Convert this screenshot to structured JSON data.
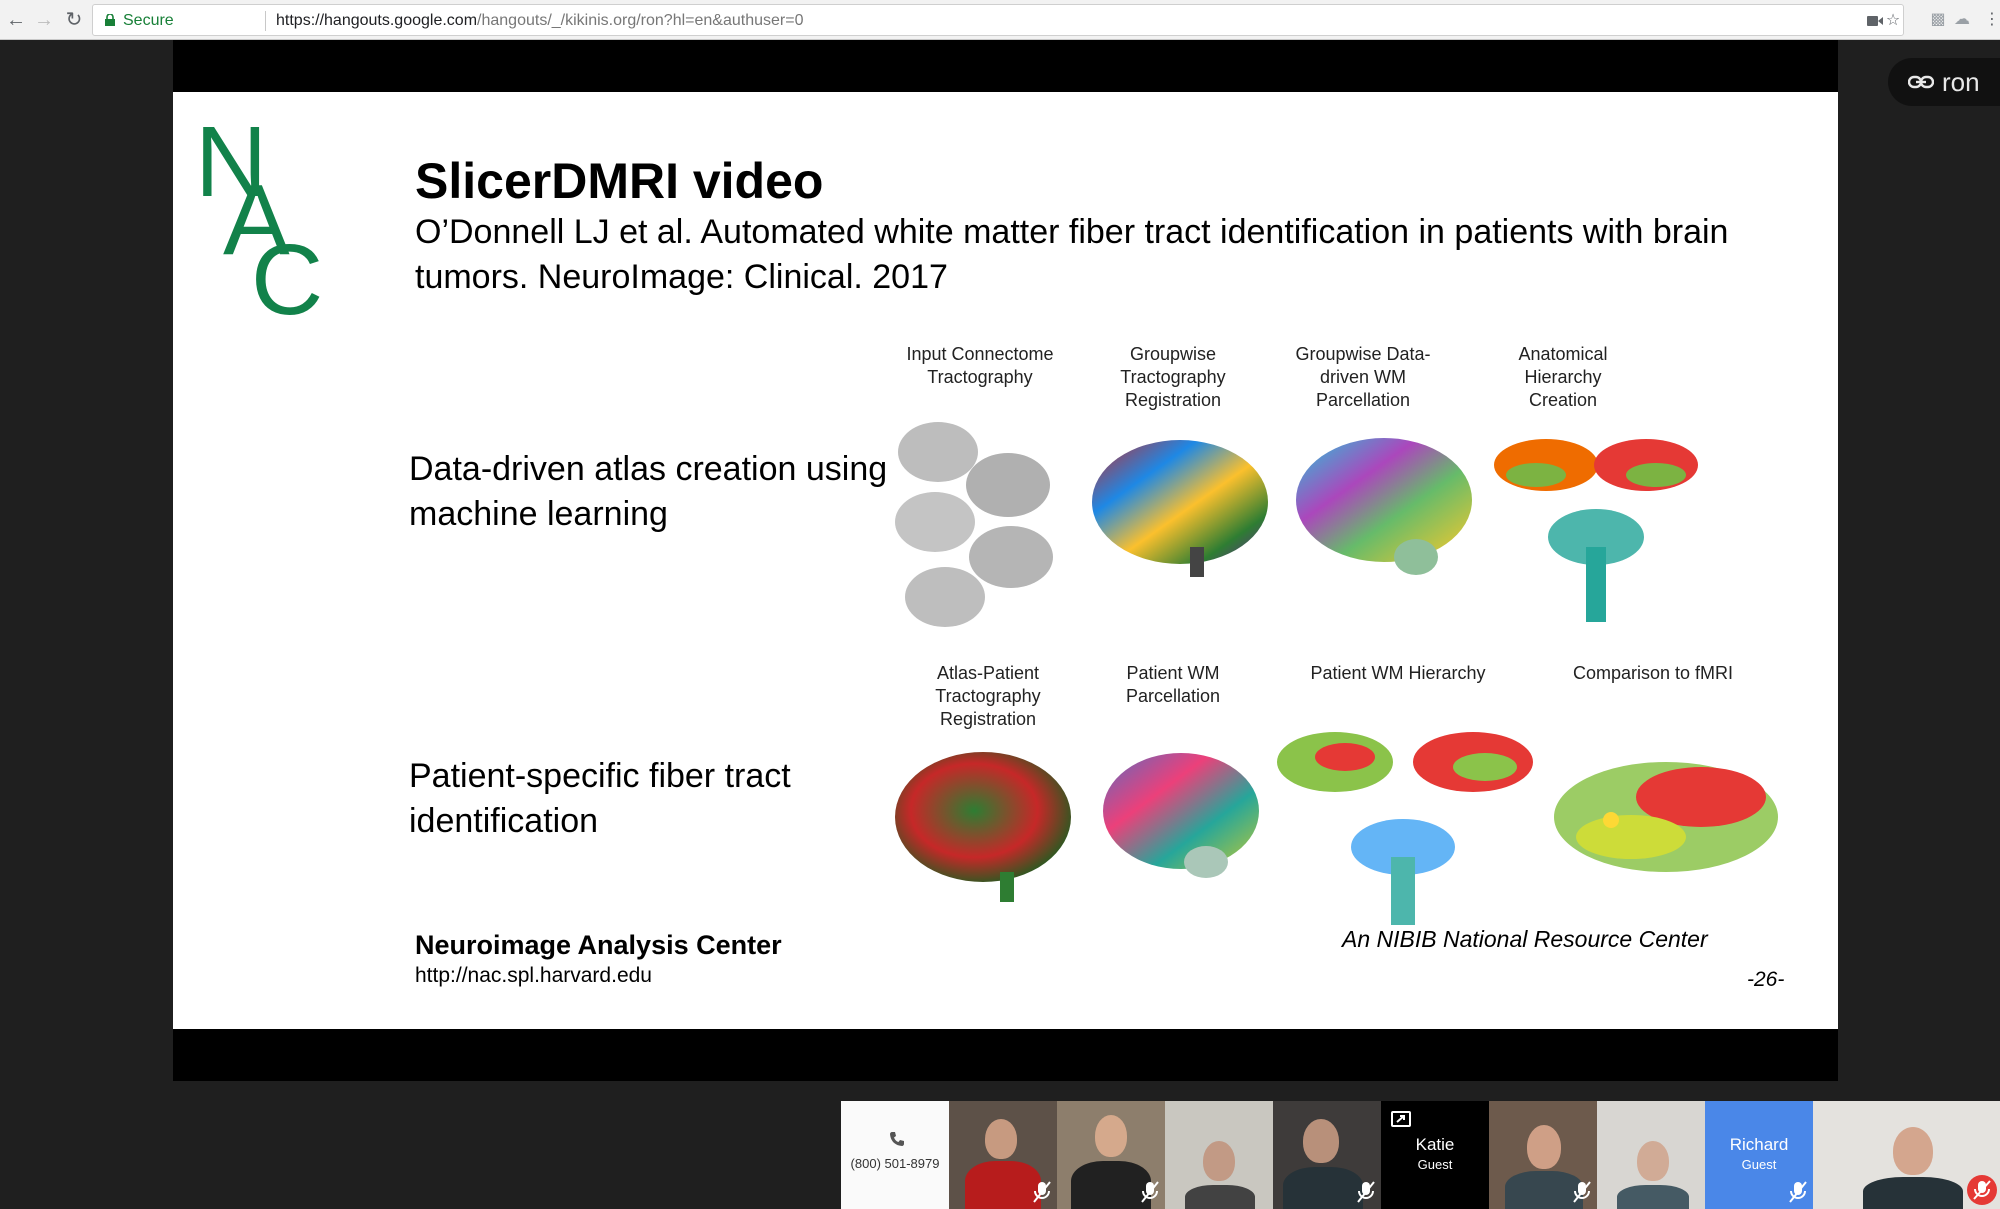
{
  "browser": {
    "security_label": "Secure",
    "url_origin": "https://hangouts.google.com",
    "url_path": "/hangouts/_/kikinis.org/ron?hl=en&authuser=0",
    "icons": [
      "back-icon",
      "forward-icon",
      "reload-icon",
      "lock-icon",
      "camera-icon",
      "star-icon",
      "extension-icon",
      "menu-icon"
    ]
  },
  "slide": {
    "title": "SlicerDMRI video",
    "subtitle": "O’Donnell LJ et al. Automated white matter fiber tract identification in patients with brain tumors. NeuroImage: Clinical. 2017",
    "row1_label": "Data-driven atlas creation using machine learning",
    "row2_label": "Patient-specific fiber tract identification",
    "row1_figures": [
      {
        "label": "Input Connectome Tractography"
      },
      {
        "label": "Groupwise Tractography Registration"
      },
      {
        "label": "Groupwise Data-driven WM Parcellation"
      },
      {
        "label": "Anatomical Hierarchy Creation"
      }
    ],
    "row2_figures": [
      {
        "label": "Atlas-Patient Tractography Registration"
      },
      {
        "label": "Patient WM Parcellation"
      },
      {
        "label": "Patient WM Hierarchy"
      },
      {
        "label": "Comparison to fMRI"
      }
    ],
    "footer_org": "Neuroimage Analysis Center",
    "footer_url": "http://nac.spl.harvard.edu",
    "footer_nibib": "An NIBIB National Resource Center",
    "page_number": "-26-",
    "logo_letters": "NAC",
    "logo_color": "#12824a"
  },
  "meeting": {
    "link_chip_label": "ron",
    "phone_number": "(800) 501-8979",
    "katie_name": "Katie",
    "katie_role": "Guest",
    "richard_name": "Richard",
    "richard_role": "Guest",
    "highlight_color": "#4a87e8",
    "mute_color": "#e53935"
  }
}
